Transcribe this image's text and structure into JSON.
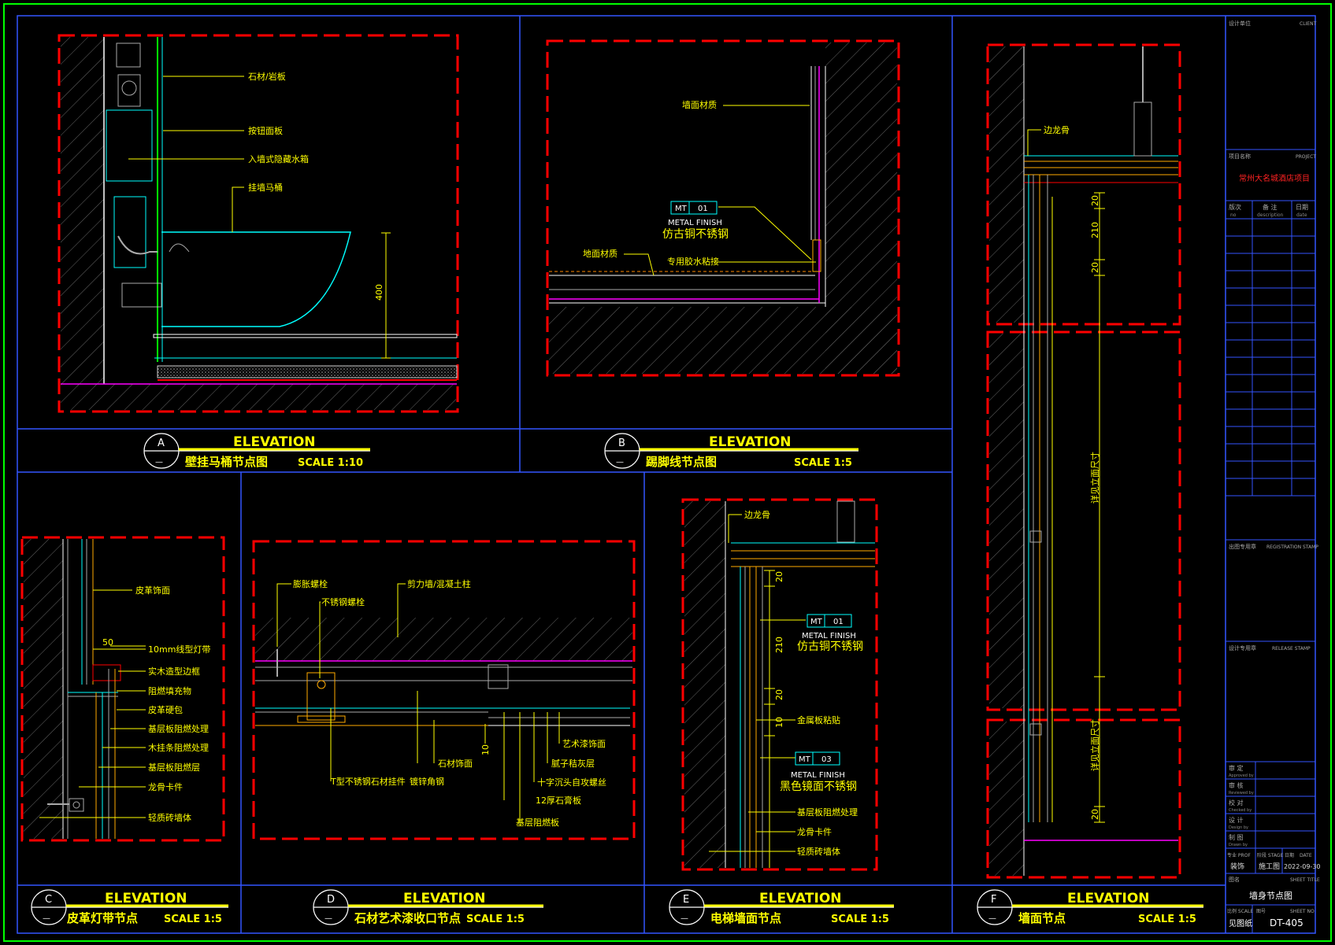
{
  "colors": {
    "frame_outer": "#00ff00",
    "frame_inner": "#3355ff",
    "detail_border": "#ff0000",
    "label": "#ffff00",
    "leader": "#ffff00",
    "line_cyan": "#00ffff",
    "line_magenta": "#ff00ff",
    "hatch": "#777777"
  },
  "titles": {
    "A": {
      "circle": "A",
      "dash": "—",
      "elev": "ELEVATION",
      "name": "壁挂马桶节点图",
      "scale": "SCALE 1:10"
    },
    "B": {
      "circle": "B",
      "dash": "—",
      "elev": "ELEVATION",
      "name": "踢脚线节点图",
      "scale": "SCALE 1:5"
    },
    "C": {
      "circle": "C",
      "dash": "—",
      "elev": "ELEVATION",
      "name": "皮革灯带节点",
      "scale": "SCALE 1:5"
    },
    "D": {
      "circle": "D",
      "dash": "—",
      "elev": "ELEVATION",
      "name": "石材艺术漆收口节点",
      "scale": "SCALE 1:5"
    },
    "E": {
      "circle": "E",
      "dash": "—",
      "elev": "ELEVATION",
      "name": "电梯墙面节点",
      "scale": "SCALE 1:5"
    },
    "F": {
      "circle": "F",
      "dash": "—",
      "elev": "ELEVATION",
      "name": "墙面节点",
      "scale": "SCALE 1:5"
    }
  },
  "labels": {
    "A": [
      "石材/岩板",
      "按钮面板",
      "入墙式隐藏水箱",
      "挂墙马桶"
    ],
    "A_dim": "400",
    "B": [
      "墙面材质",
      "地面材质",
      "专用胶水粘接"
    ],
    "B_tag": {
      "code": "MT",
      "num": "01",
      "finish": "METAL FINISH",
      "name": "仿古铜不锈钢"
    },
    "C": [
      "皮革饰面",
      "10mm线型灯带",
      "实木造型边框",
      "阻燃填充物",
      "皮革硬包",
      "基层板阻燃处理",
      "木挂条阻燃处理",
      "基层板阻燃层",
      "龙骨卡件",
      "轻质砖墙体"
    ],
    "C_dim": "50",
    "D": [
      "膨胀螺栓",
      "不锈钢螺栓",
      "剪力墙/混凝土柱",
      "石材饰面",
      "镀锌角钢",
      "T型不锈钢石材挂件",
      "基层阻燃板",
      "12厚石膏板",
      "十字沉头自攻螺丝",
      "腻子秸灰层",
      "艺术漆饰面"
    ],
    "D_dim": "10",
    "E": [
      "边龙骨",
      "金属板粘贴",
      "基层板阻燃处理",
      "龙骨卡件",
      "轻质砖墙体"
    ],
    "E_dims": [
      "20",
      "210",
      "20",
      "10"
    ],
    "E_tag1": {
      "code": "MT",
      "num": "01",
      "finish": "METAL FINISH",
      "name": "仿古铜不锈钢"
    },
    "E_tag2": {
      "code": "MT",
      "num": "03",
      "finish": "METAL FINISH",
      "name": "黑色镜面不锈钢"
    },
    "F": [
      "边龙骨",
      "详见立面尺寸",
      "详见立面尺寸"
    ],
    "F_dims": [
      "20",
      "210",
      "20",
      "20"
    ]
  },
  "title_block": {
    "client_cn": "设计单位",
    "client_en": "CLIENT",
    "project_cn": "项目名称",
    "project_en": "PROJECT",
    "project_name": "常州大名城酒店项目",
    "rev_head": [
      "版次",
      "备 注",
      "日期"
    ],
    "rev_head_en": [
      "no",
      "description",
      "date"
    ],
    "reg_stamp_cn": "出图专用章",
    "reg_stamp_en": "REGISTRATION STAMP",
    "issue_stamp_cn": "设计专用章",
    "issue_stamp_en": "RELEASE STAMP",
    "sign_rows": [
      {
        "cn": "审 定",
        "en": "Approved by"
      },
      {
        "cn": "审 核",
        "en": "Reviewed by"
      },
      {
        "cn": "校 对",
        "en": "Checked by"
      },
      {
        "cn": "设 计",
        "en": "Design by"
      },
      {
        "cn": "制 图",
        "en": "Drawn by"
      }
    ],
    "phase_head": [
      "专业 PROF",
      "阶段 STAGE",
      "日期",
      "DATE"
    ],
    "phase_vals": [
      "装饰",
      "施工图",
      "2022-09-30"
    ],
    "sheet_title_cn": "图名",
    "sheet_title_en": "SHEET TITLE",
    "sheet_title": "墙身节点图",
    "scale_cn": "比例 SCALE",
    "no_cn": "图号",
    "no_en": "SHEET NO",
    "scale_val": "见图纸",
    "sheet_no": "DT-405"
  }
}
